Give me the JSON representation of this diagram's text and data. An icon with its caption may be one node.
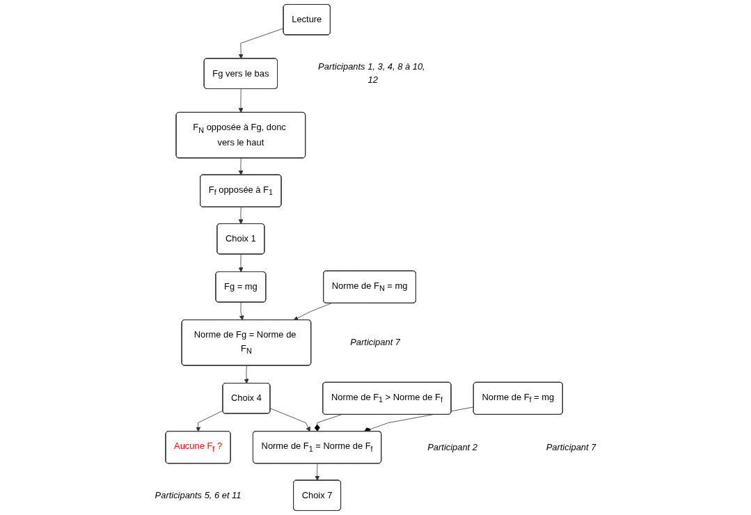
{
  "diagram": {
    "nodes": [
      {
        "text": [
          "Lecture"
        ],
        "beside": [
          "Participants 1, 3, 4, 8 à 10, 12"
        ]
      },
      {
        "text": [
          "Fg vers le bas"
        ]
      },
      {
        "text": [
          "F$_{N}$ opposée à Fg, donc vers le haut"
        ]
      },
      {
        "text": [
          "F$_{f}$ opposée à F$_{1}$"
        ]
      },
      {
        "text": [
          "Choix 1"
        ]
      },
      {
        "text": [
          "Fg = mg"
        ]
      },
      {
        "text": [
          "Norme de Fg = Norme de F$_{N}$"
        ]
      },
      {
        "text": [
          "Norme de F$_{N}$ = mg"
        ],
        "beside": [
          "Participant 7"
        ]
      },
      {
        "text": [
          "Choix 4"
        ]
      },
      {
        "text": [
          "Aucune F$_{f}$ ?"
        ],
        "beside": [
          "Participants 5, 6 et 11"
        ]
      },
      {
        "text": [
          "Norme de F$_{1}$ = Norme de F$_{f}$"
        ]
      },
      {
        "text": [
          "Norme de F$_{1}$ > Norme de F$_{f}$"
        ],
        "beside": [
          "Participant 2"
        ]
      },
      {
        "text": [
          "Norme de F$_{f}$ = mg"
        ],
        "beside": [
          "Participant 7"
        ]
      },
      {
        "text": [
          "Choix 7"
        ]
      }
    ],
    "edges": [
      {
        "from": 0,
        "to": 1,
        "arrow": "to"
      },
      {
        "from": 1,
        "to": 2,
        "arrow": "to"
      },
      {
        "from": 2,
        "to": 3,
        "arrow": "to"
      },
      {
        "from": 3,
        "to": 4,
        "arrow": "to"
      },
      {
        "from": 4,
        "to": 5,
        "arrow": "to"
      },
      {
        "from": 5,
        "to": 6,
        "arrow": "to"
      },
      {
        "from": 7,
        "to": 6,
        "arrow": "to"
      },
      {
        "from": 6,
        "to": 8,
        "arrow": "to"
      },
      {
        "from": 8,
        "to": 9,
        "arrow": "to"
      },
      {
        "from": 8,
        "to": 10,
        "arrow": "to"
      },
      {
        "from": 11,
        "to": 10,
        "arrow": "other"
      },
      {
        "from": 12,
        "to": 10,
        "arrow": "other"
      },
      {
        "from": 10,
        "to": 13,
        "arrow": "to"
      }
    ]
  }
}
